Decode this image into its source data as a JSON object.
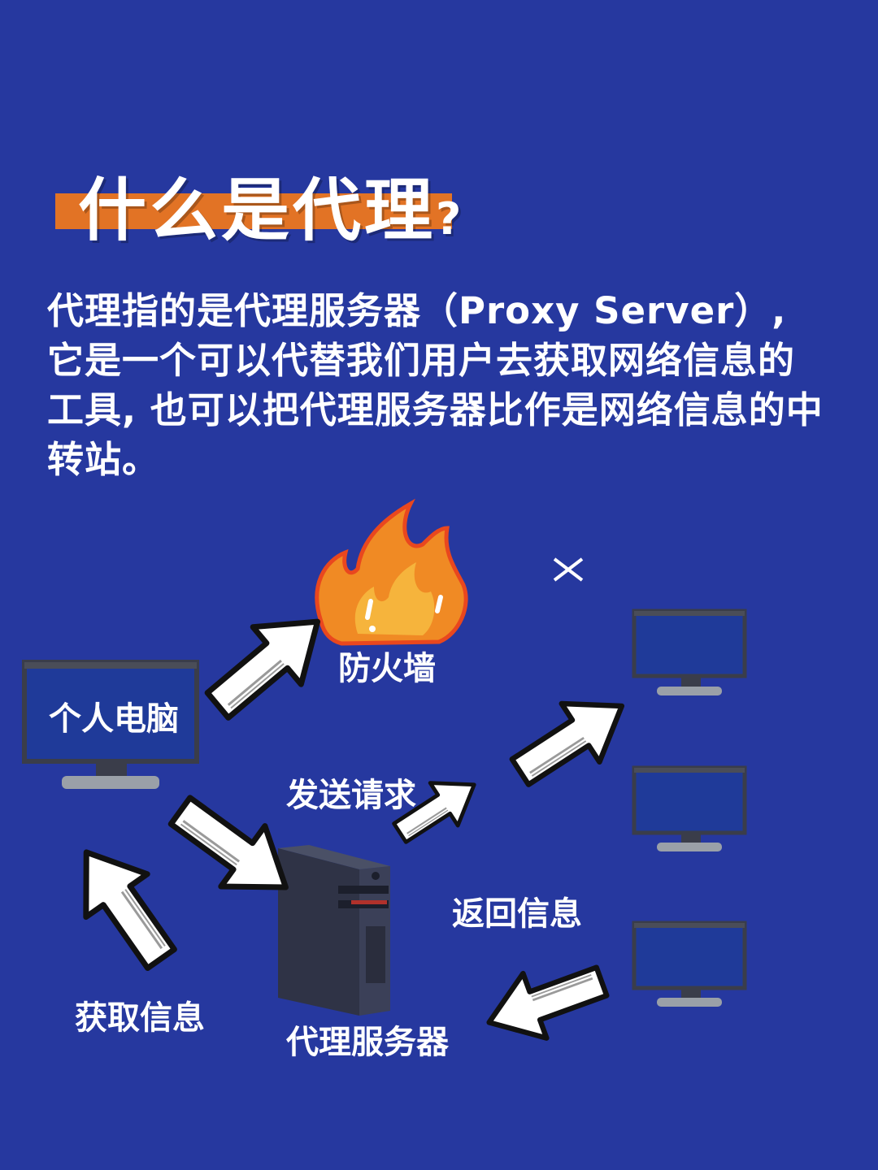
{
  "title": {
    "text": "什么是代理",
    "mark": "?"
  },
  "intro": {
    "text": "代理指的是代理服务器（Proxy Server）, 它是一个可以代替我们用户去获取网络信息的工具, 也可以把代理服务器比作是网络信息的中转站。"
  },
  "diagram": {
    "pc_label": "个人电脑",
    "firewall_label": "防火墙",
    "send_label": "发送请求",
    "return_label": "返回信息",
    "get_label": "获取信息",
    "server_label": "代理服务器"
  },
  "colors": {
    "background": "#26389f",
    "accent": "#e27325",
    "monitor_screen": "#1f3a99",
    "monitor_frame": "#2b2f3e"
  }
}
